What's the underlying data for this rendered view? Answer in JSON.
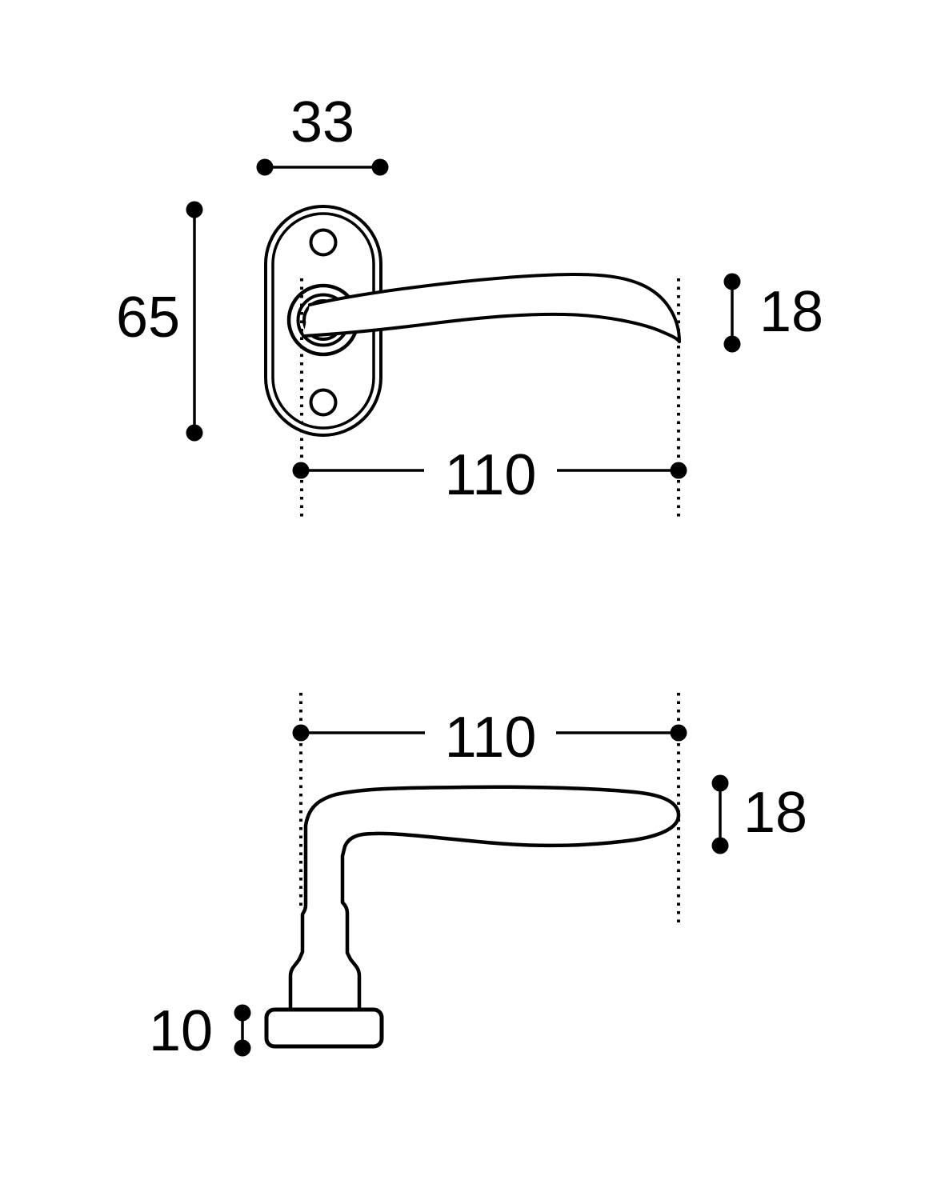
{
  "page": {
    "background_color": "#ffffff",
    "line_color": "#000000",
    "text_color": "#000000"
  },
  "drawing": {
    "type": "technical-dimension-drawing",
    "subject": "lever door handle on oval backplate, front view and side profile view",
    "front_view": {
      "dimensions": {
        "plate_width_mm": "33",
        "plate_height_mm": "65",
        "handle_length_mm": "110",
        "handle_tip_depth_mm": "18"
      }
    },
    "side_view": {
      "dimensions": {
        "handle_length_mm": "110",
        "handle_thickness_mm": "18",
        "rose_height_mm": "10"
      }
    }
  }
}
